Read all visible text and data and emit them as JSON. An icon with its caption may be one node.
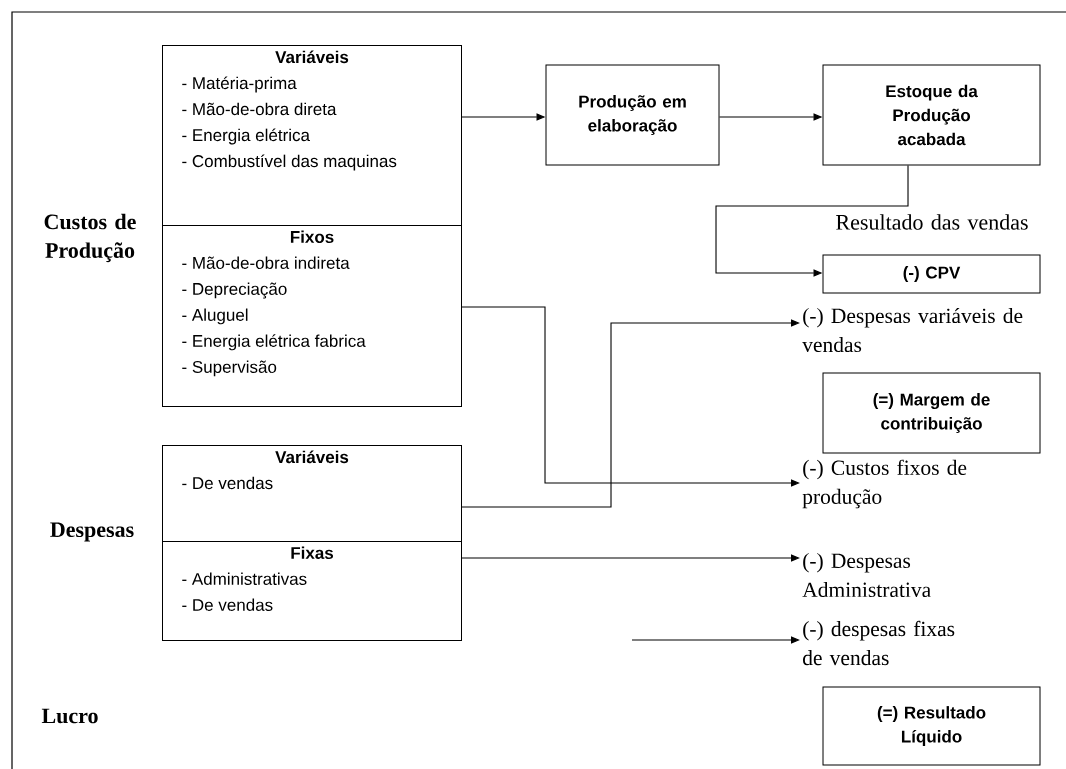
{
  "diagram": {
    "nodes": [
      {
        "text": [
          "Variáveis",
          "- Matéria-prima",
          "- Mão-de-obra direta",
          "- Energia elétrica",
          "- Combustível das maquinas"
        ]
      },
      {
        "text": [
          "Fixos",
          "- Mão-de-obra indireta",
          "- Depreciação",
          "- Aluguel",
          "- Energia elétrica fabrica",
          "- Supervisão"
        ]
      },
      {
        "text": [
          "Produção em elaboração"
        ]
      },
      {
        "text": [
          "Estoque da Produção acabada"
        ]
      },
      {
        "text": [
          "(-) CPV"
        ]
      },
      {
        "text": [
          "(-) Despesas variáveis de vendas"
        ]
      },
      {
        "text": [
          "(=) Margem de contribuição"
        ]
      },
      {
        "text": [
          "(-) Custos fixos de produção"
        ]
      },
      {
        "text": [
          "Variáveis",
          "- De vendas"
        ]
      },
      {
        "text": [
          "Fixas",
          "- Administrativas",
          "- De vendas"
        ]
      },
      {
        "text": [
          "(-) Despesas Administrativa"
        ]
      },
      {
        "text": [
          "(-) despesas fixas de vendas"
        ]
      },
      {
        "text": [
          "(=) Resultado Líquido"
        ]
      }
    ],
    "edges": [
      {
        "from": 0,
        "to": 2,
        "arrow": "to"
      },
      {
        "from": 2,
        "to": 3,
        "arrow": "to"
      },
      {
        "from": 3,
        "to": 4,
        "arrow": "to"
      },
      {
        "from": 1,
        "to": 7,
        "arrow": "to"
      },
      {
        "from": 8,
        "to": 5,
        "arrow": "to"
      },
      {
        "from": 9,
        "to": 10,
        "arrow": "to"
      },
      {
        "from": null,
        "to": 11,
        "arrow": "to"
      }
    ],
    "labels": [
      "Custos de Produção",
      "Resultado das vendas",
      "Despesas",
      "Lucro"
    ]
  }
}
